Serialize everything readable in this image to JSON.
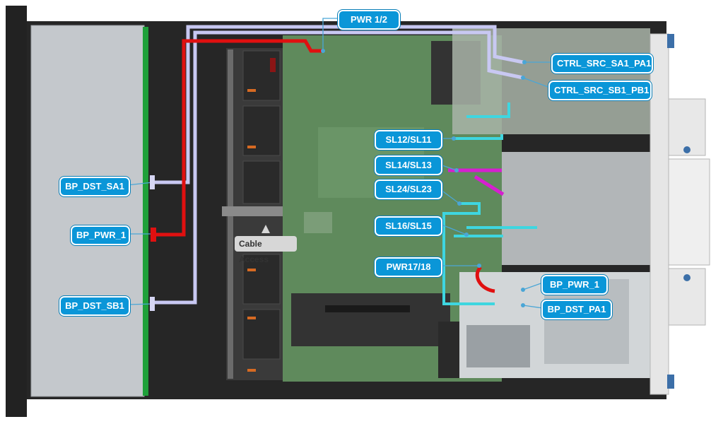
{
  "labels": {
    "pwr12": "PWR 1/2",
    "ctrl_sa1": "CTRL_SRC_SA1_PA1",
    "ctrl_sb1": "CTRL_SRC_SB1_PB1",
    "sl12": "SL12/SL11",
    "sl14": "SL14/SL13",
    "sl24": "SL24/SL23",
    "sl16": "SL16/SL15",
    "pwr1718": "PWR17/18",
    "bp_pwr_1_right": "BP_PWR_1",
    "bp_dst_pa1": "BP_DST_PA1",
    "bp_dst_sa1": "BP_DST_SA1",
    "bp_pwr_1_left": "BP_PWR_1",
    "bp_dst_sb1": "BP_DST_SB1",
    "cable_access": "Cable Access"
  },
  "colors": {
    "callout": "#0a96d8",
    "red_cable": "#e01010",
    "lavender_cable": "#c8c8f2",
    "cyan_cable": "#3ed6e0",
    "magenta_cable": "#d61fd0",
    "board_green": "#5f8a5c",
    "backplane_green": "#1fa03a",
    "drive_bay": "#c4c8cc"
  }
}
